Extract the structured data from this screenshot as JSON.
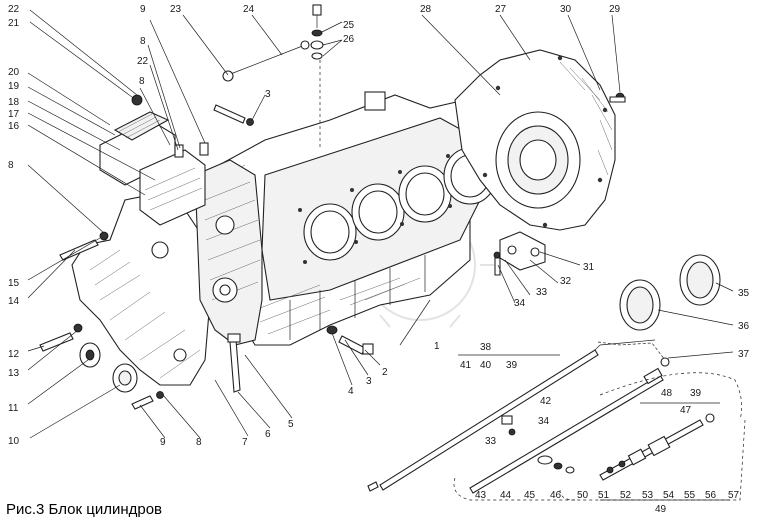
{
  "caption": "Рис.3 Блок цилиндров",
  "callouts": [
    "1",
    "2",
    "3",
    "4",
    "5",
    "6",
    "7",
    "8",
    "9",
    "10",
    "11",
    "12",
    "13",
    "14",
    "15",
    "16",
    "17",
    "18",
    "19",
    "20",
    "21",
    "22",
    "23",
    "24",
    "25",
    "26",
    "27",
    "28",
    "29",
    "30",
    "31",
    "32",
    "33",
    "34",
    "35",
    "36",
    "37",
    "38",
    "39",
    "40",
    "41",
    "42",
    "43",
    "44",
    "45",
    "46",
    "47",
    "48",
    "49",
    "50",
    "51",
    "52",
    "53",
    "54",
    "55",
    "56",
    "57"
  ]
}
